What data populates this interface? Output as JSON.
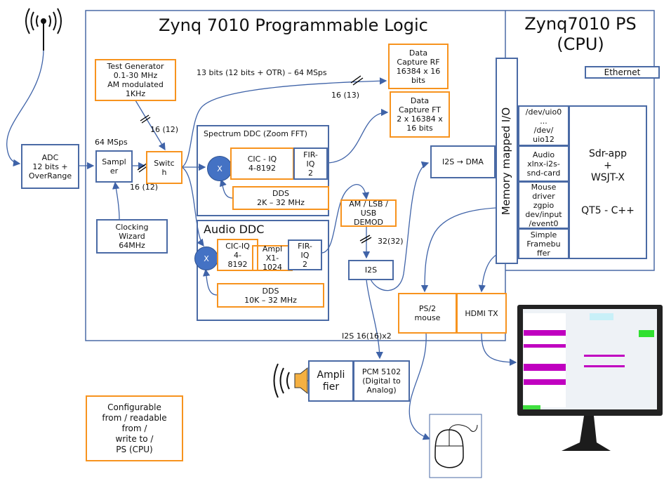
{
  "pl": {
    "title": "Zynq 7010 Programmable Logic"
  },
  "ps": {
    "title": "Zynq7010 PS\n(CPU)",
    "ethernet": "Ethernet",
    "mmio": "Memory mapped I/O",
    "drivers": [
      "/dev/uio0\n...\n/dev/\nuio12",
      "Audio\nxlnx-i2s-\nsnd-card",
      "Mouse\ndriver\nzgpio\ndev/input\n/event0",
      "Simple\nFramebu\nffer"
    ],
    "app": "Sdr-app\n+\nWSJT-X",
    "framework": "QT5 - C++"
  },
  "adc": "ADC\n12 bits +\nOverRange",
  "test_gen": "Test Generator\n0.1-30 MHz\nAM modulated\n1KHz",
  "sampler": "Sampl\ner",
  "switch": "Switc\nh",
  "clocking": "Clocking\nWizard\n64MHz",
  "spectrum_ddc": {
    "title": "Spectrum DDC (Zoom FFT)",
    "mixer": "X",
    "cic": "CIC - IQ\n4-8192",
    "fir": "FIR-\nIQ\n2",
    "dds": "DDS\n2K – 32 MHz"
  },
  "audio_ddc": {
    "title": "Audio DDC",
    "mixer": "X",
    "cic": "CIC-IQ\n4-\n8192",
    "ampl": "Ampl\nX1-\n1024",
    "fir": "FIR-\nIQ\n2",
    "dds": "DDS\n10K – 32 MHz"
  },
  "capture_rf": "Data\nCapture RF\n16384 x 16\nbits",
  "capture_ft": "Data\nCapture FT\n2 x 16384 x\n16 bits",
  "demod": "AM / LSB /\nUSB\nDEMOD",
  "i2s": "I2S",
  "i2s_dma": "I2S → DMA",
  "ps2": "PS/2\nmouse",
  "hdmi": "HDMI TX",
  "amplifier": "Ampli\nfier",
  "pcm": "PCM 5102\n(Digital to\nAnalog)",
  "legend": "Configurable\nfrom / readable\nfrom /\nwrite to /\nPS (CPU)",
  "labels": {
    "bits13": "13 bits (12 bits + OTR) – 64 MSps",
    "b16_13": "16 (13)",
    "b16_12a": "16 (12)",
    "msps": "64 MSps",
    "b16_12b": "16 (12)",
    "b32": "32(32)",
    "i2s_bus": "I2S 16(16)x2"
  },
  "colors": {
    "blue": "#4a6aa5",
    "orange": "#f7931e",
    "mixer": "#4472c4"
  },
  "icons": [
    "antenna-icon",
    "speaker-icon",
    "mouse-icon",
    "monitor-icon"
  ]
}
